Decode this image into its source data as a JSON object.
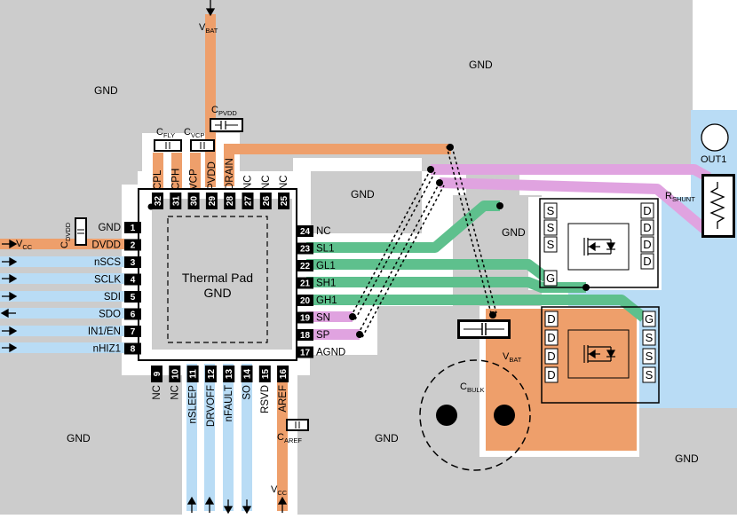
{
  "gnd_label": "GND",
  "chip": {
    "thermal_line1": "Thermal Pad",
    "thermal_line2": "GND",
    "left_pins": [
      {
        "num": "1",
        "name": "GND"
      },
      {
        "num": "2",
        "name": "DVDD"
      },
      {
        "num": "3",
        "name": "nSCS"
      },
      {
        "num": "4",
        "name": "SCLK"
      },
      {
        "num": "5",
        "name": "SDI"
      },
      {
        "num": "6",
        "name": "SDO"
      },
      {
        "num": "7",
        "name": "IN1/EN"
      },
      {
        "num": "8",
        "name": "nHIZ1"
      }
    ],
    "right_pins": [
      {
        "num": "24",
        "name": "NC"
      },
      {
        "num": "23",
        "name": "SL1"
      },
      {
        "num": "22",
        "name": "GL1"
      },
      {
        "num": "21",
        "name": "SH1"
      },
      {
        "num": "20",
        "name": "GH1"
      },
      {
        "num": "19",
        "name": "SN"
      },
      {
        "num": "18",
        "name": "SP"
      },
      {
        "num": "17",
        "name": "AGND"
      }
    ],
    "top_pins": [
      {
        "num": "32",
        "name": "CPL"
      },
      {
        "num": "31",
        "name": "CPH"
      },
      {
        "num": "30",
        "name": "VCP"
      },
      {
        "num": "29",
        "name": "PVDD"
      },
      {
        "num": "28",
        "name": "DRAIN"
      },
      {
        "num": "27",
        "name": "NC"
      },
      {
        "num": "26",
        "name": "NC"
      },
      {
        "num": "25",
        "name": "NC"
      }
    ],
    "bottom_pins": [
      {
        "num": "9",
        "name": "NC"
      },
      {
        "num": "10",
        "name": "NC"
      },
      {
        "num": "11",
        "name": "nSLEEP"
      },
      {
        "num": "12",
        "name": "DRVOFF"
      },
      {
        "num": "13",
        "name": "nFAULT"
      },
      {
        "num": "14",
        "name": "SO"
      },
      {
        "num": "15",
        "name": "RSVD"
      },
      {
        "num": "16",
        "name": "AREF"
      }
    ]
  },
  "labels": {
    "vbat_top": {
      "main": "V",
      "sub": "BAT"
    },
    "vbat_mid": {
      "main": "V",
      "sub": "BAT"
    },
    "vcc_left": {
      "main": "V",
      "sub": "CC"
    },
    "vcc_bottom": {
      "main": "V",
      "sub": "CC"
    },
    "cpvdd": {
      "main": "C",
      "sub": "PVDD"
    },
    "cfly": {
      "main": "C",
      "sub": "FLY"
    },
    "cvcp": {
      "main": "C",
      "sub": "VCP"
    },
    "cdvdd": {
      "main": "C",
      "sub": "DVDD"
    },
    "caref": {
      "main": "C",
      "sub": "AREF"
    },
    "cbulk": {
      "main": "C",
      "sub": "BULK"
    },
    "rshunt": {
      "main": "R",
      "sub": "SHUNT"
    },
    "out1": "OUT1",
    "fet_pin_s": "S",
    "fet_pin_d": "D",
    "fet_pin_g": "G"
  },
  "colors": {
    "gnd_plane": "#cccccc",
    "power": "#ee9f6b",
    "gate": "#5ec08d",
    "sense": "#e0a3e0",
    "signal": "#b9dcf5",
    "chip": "#000000"
  }
}
